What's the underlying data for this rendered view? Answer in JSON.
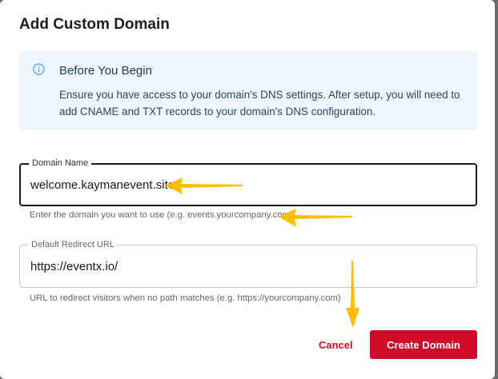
{
  "dialog": {
    "title": "Add Custom Domain",
    "info": {
      "icon": "info-icon",
      "title": "Before You Begin",
      "body": "Ensure you have access to your domain's DNS settings. After setup, you will need to add CNAME and TXT records to your domain's DNS configuration."
    },
    "domain_field": {
      "label": "Domain Name",
      "value": "welcome.kaymanevent.site",
      "helper": "Enter the domain you want to use (e.g. events.yourcompany.com)"
    },
    "redirect_field": {
      "label": "Default Redirect URL",
      "value": "https://eventx.io/",
      "helper": "URL to redirect visitors when no path matches (e.g. https://yourcompany.com)"
    },
    "cancel_label": "Cancel",
    "create_label": "Create Domain"
  },
  "colors": {
    "accent": "#d20a2a",
    "info_bg": "#edf5fe",
    "annotation": "#fbbf00"
  }
}
